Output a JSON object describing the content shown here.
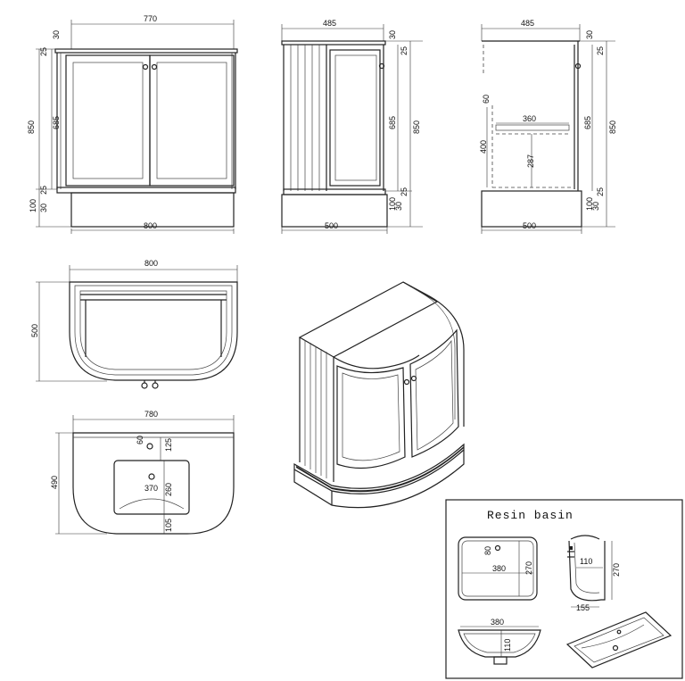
{
  "front_view": {
    "top_width": "770",
    "base_width": "800",
    "height_total": "850",
    "height_door": "685",
    "top_gap": "30",
    "top_trim": "25",
    "bottom_trim": "25",
    "plinth_lower": "100",
    "plinth_upper": "30"
  },
  "side_view": {
    "top_width": "485",
    "base_width": "500",
    "height_total": "850",
    "height_door": "685",
    "top_gap": "30",
    "top_trim": "25",
    "bottom_trim": "25",
    "plinth_lower": "100",
    "plinth_upper": "30"
  },
  "section_view": {
    "top_width": "485",
    "base_width": "500",
    "height_total": "850",
    "height_door": "685",
    "top_gap": "30",
    "top_trim": "25",
    "bottom_trim": "25",
    "plinth_lower": "100",
    "plinth_upper": "30",
    "shelf_width": "360",
    "shelf_height": "287",
    "opening_height": "400",
    "shelf_offset": "60"
  },
  "plan_view": {
    "width": "800",
    "depth": "500"
  },
  "top_view": {
    "width": "780",
    "depth": "490",
    "tap_offset": "60",
    "basin_top_offset": "125",
    "basin_width": "370",
    "basin_depth": "260",
    "basin_front_offset": "105"
  },
  "resin_basin": {
    "title": "Resin basin",
    "tap_offset": "80",
    "width_top": "380",
    "depth_top": "270",
    "side_depth": "110",
    "side_height": "270",
    "side_base": "155",
    "front_width": "380",
    "front_depth": "110"
  }
}
